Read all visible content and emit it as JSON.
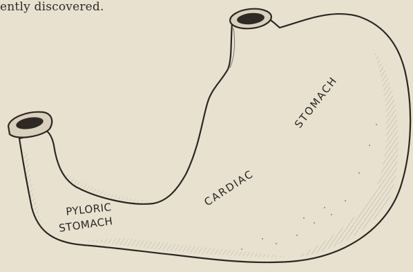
{
  "caption": {
    "text_fragment": "ently discovered."
  },
  "labels": {
    "cardiac_stomach_word1": "CARDIAC",
    "cardiac_stomach_word2": "STOMACH",
    "pyloric_stomach_line1": "PYLORIC",
    "pyloric_stomach_line2": "STOMACH"
  }
}
